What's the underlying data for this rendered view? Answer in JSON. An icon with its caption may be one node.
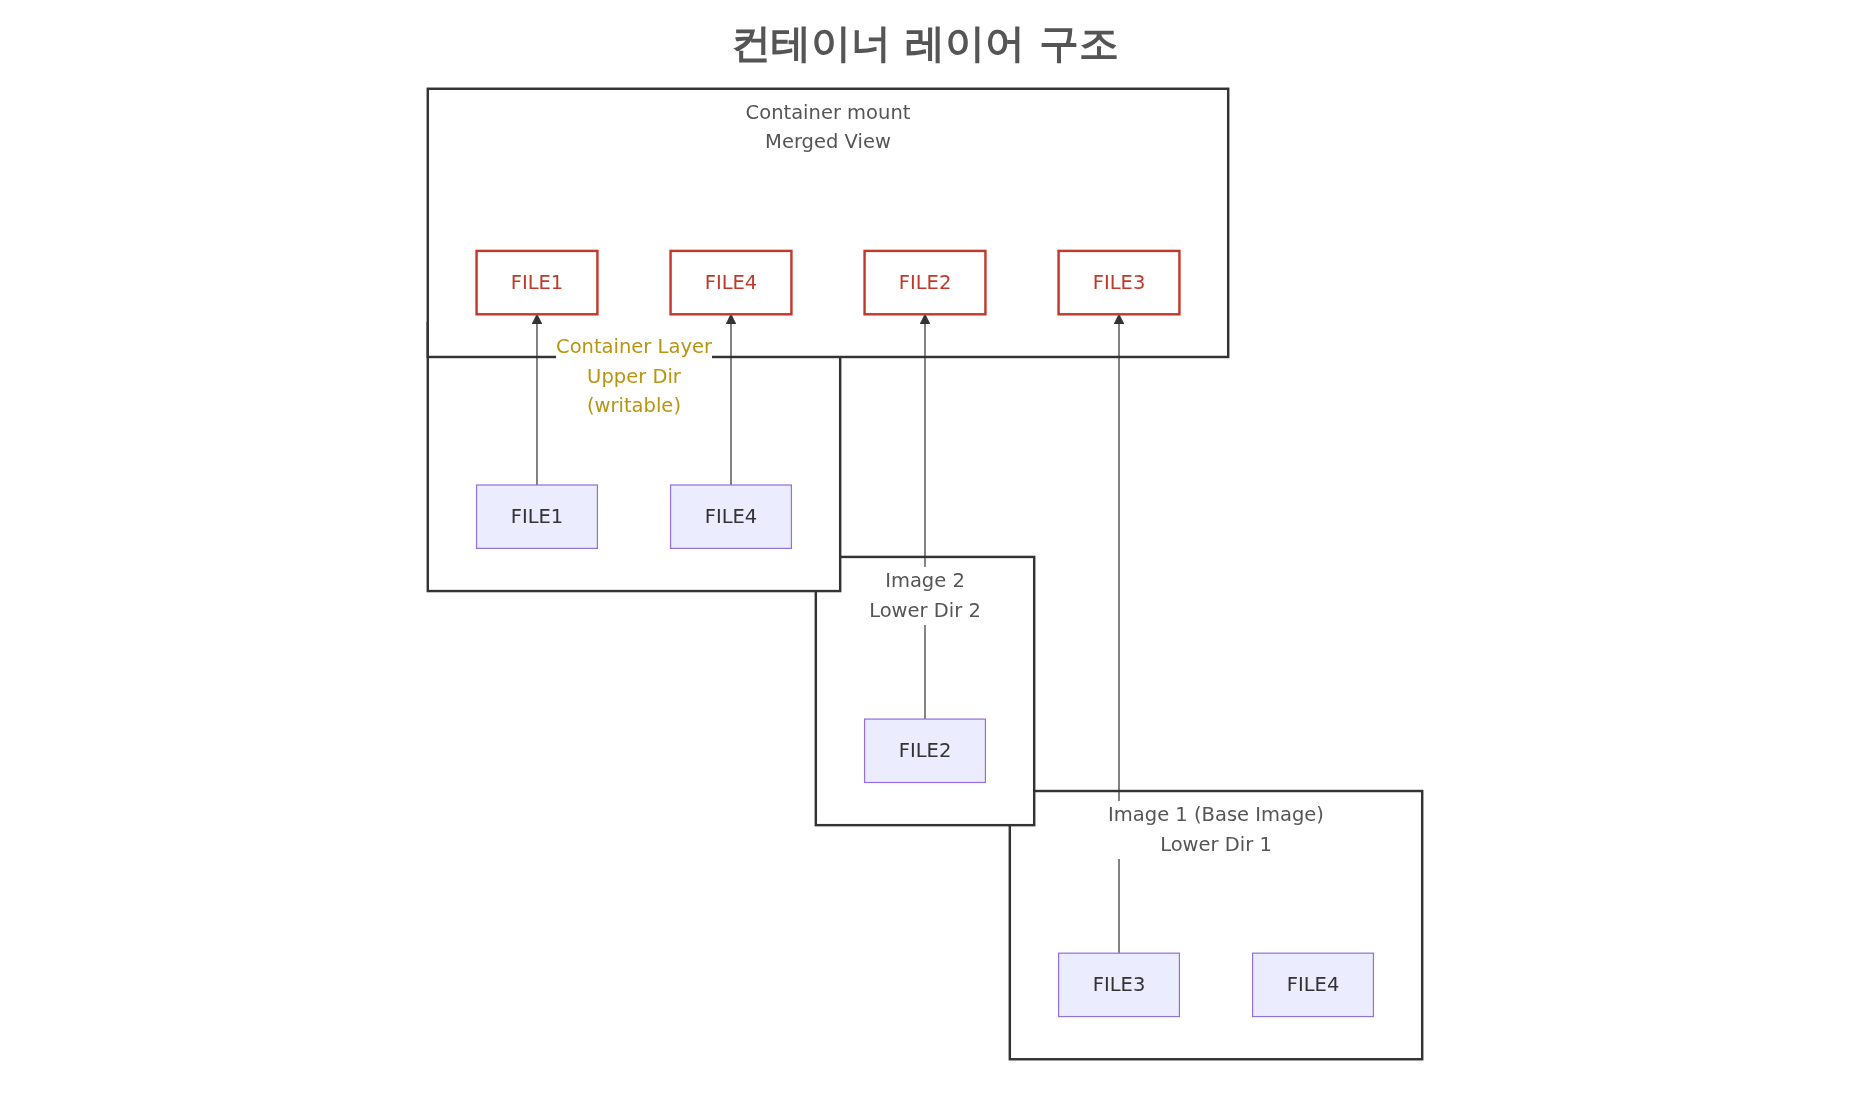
{
  "diagram": {
    "title": "컨테이너 레이어 구조",
    "nodes": [
      {
        "text": [
          "Container mount",
          "Merged View"
        ]
      },
      {
        "text": [
          "FILE1"
        ],
        "in": 0
      },
      {
        "text": [
          "FILE2"
        ],
        "in": 0
      },
      {
        "text": [
          "FILE3"
        ],
        "in": 0
      },
      {
        "text": [
          "FILE4"
        ],
        "in": 0
      },
      {
        "text": [
          "Container Layer",
          "Upper Dir",
          "(writable)"
        ]
      },
      {
        "text": [
          "FILE1"
        ],
        "in": 5
      },
      {
        "text": [
          "FILE4"
        ],
        "in": 5
      },
      {
        "text": [
          "Image 2",
          "Lower Dir 2"
        ]
      },
      {
        "text": [
          "FILE2"
        ],
        "in": 8
      },
      {
        "text": [
          "Image 1 (Base Image)",
          "Lower Dir 1"
        ]
      },
      {
        "text": [
          "FILE3"
        ],
        "in": 10
      },
      {
        "text": [
          "FILE4"
        ],
        "in": 10
      }
    ],
    "edges": [
      {
        "from": 6,
        "to": 1,
        "arrow": "to"
      },
      {
        "from": 9,
        "to": 2,
        "arrow": "to"
      },
      {
        "from": 11,
        "to": 3,
        "arrow": "to"
      },
      {
        "from": 7,
        "to": 4,
        "arrow": "to"
      }
    ]
  }
}
